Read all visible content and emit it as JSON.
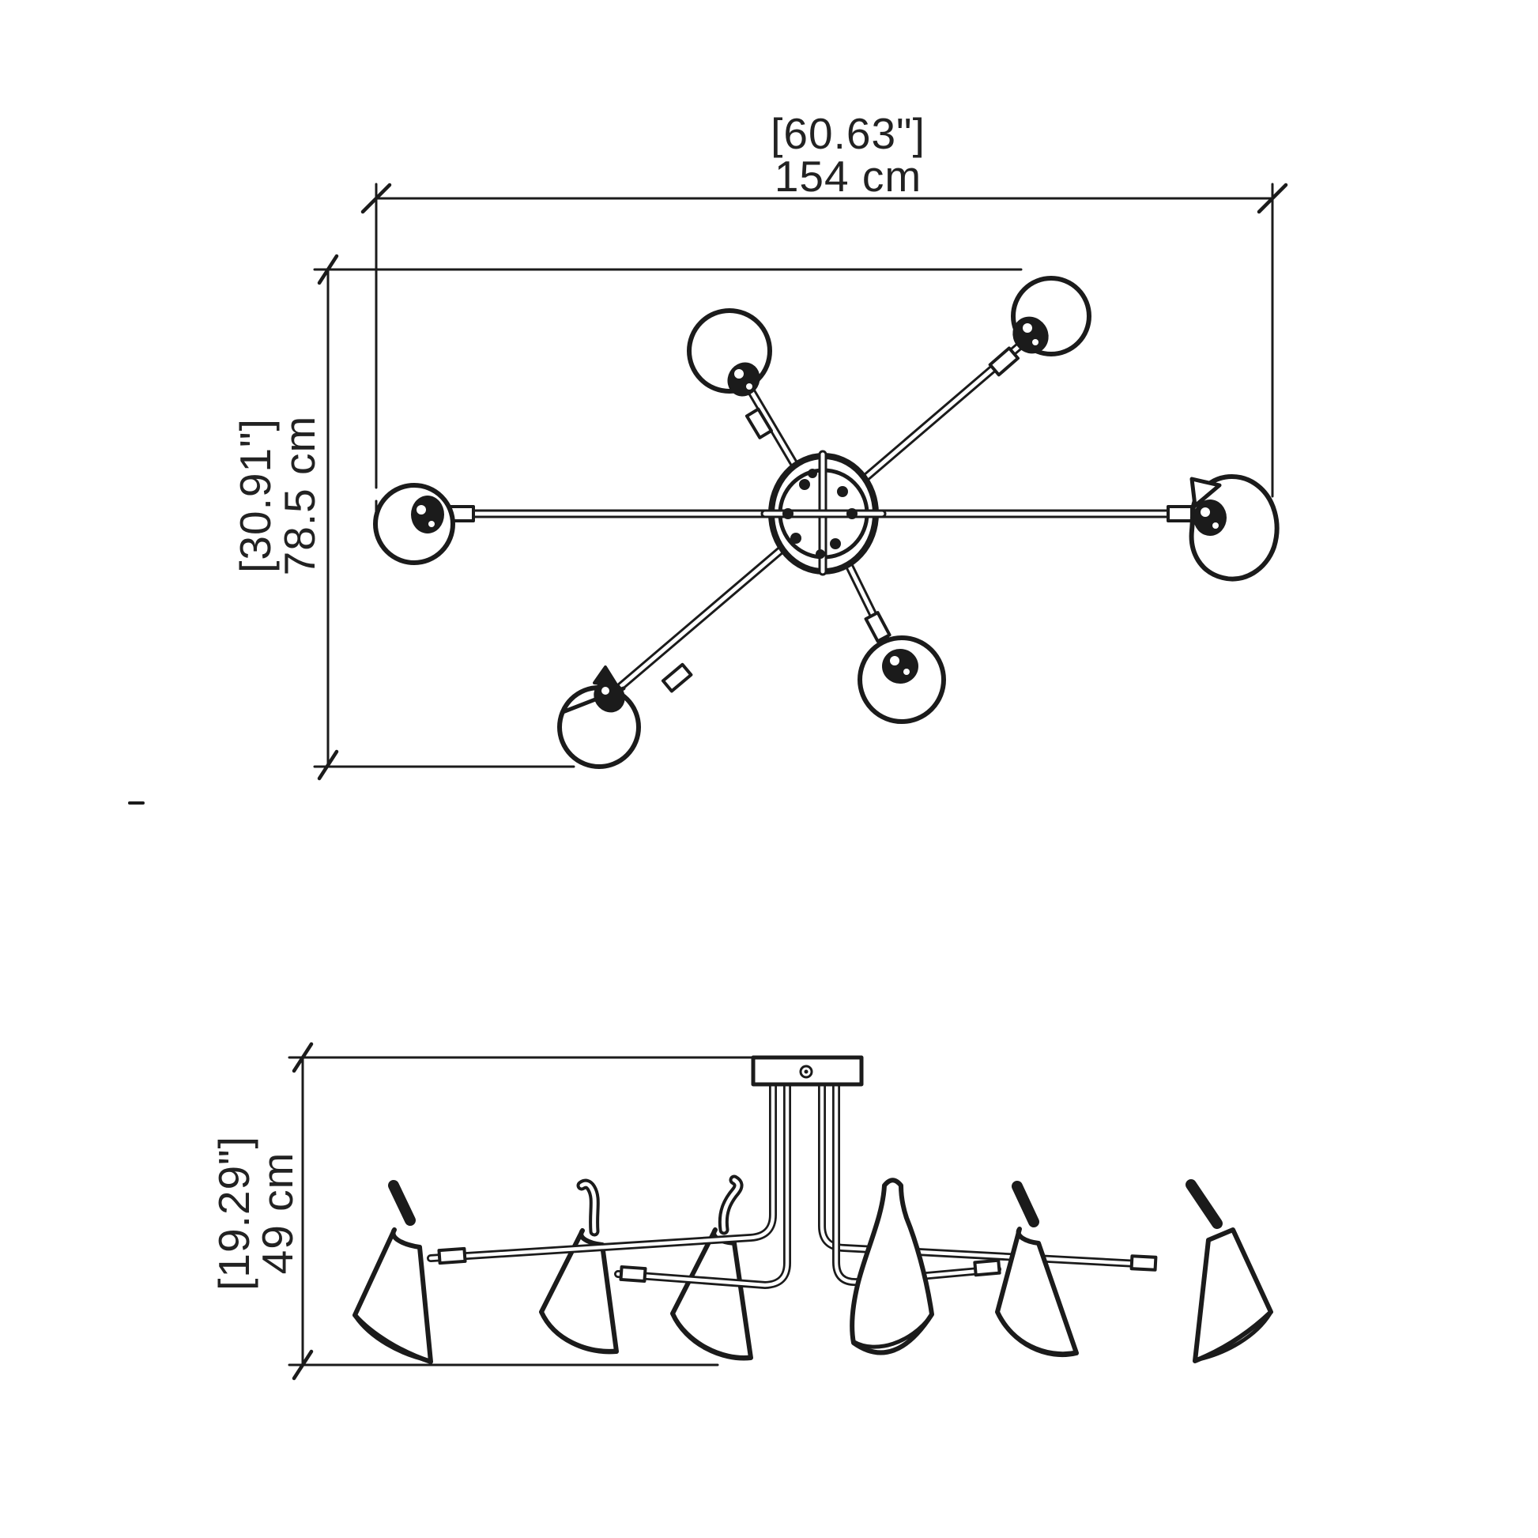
{
  "drawing": {
    "type": "lighting-fixture-dimension-drawing",
    "views": [
      "plan",
      "elevation"
    ],
    "line_color": "#1b1b1b",
    "background": "#ffffff"
  },
  "dimensions": {
    "plan_width": {
      "inches": "[60.63\"]",
      "cm": "154 cm"
    },
    "plan_depth": {
      "inches": "[30.91\"]",
      "cm": "78.5 cm"
    },
    "elevation_height": {
      "inches": "[19.29\"]",
      "cm": "49 cm"
    }
  },
  "separator_dash": "-"
}
